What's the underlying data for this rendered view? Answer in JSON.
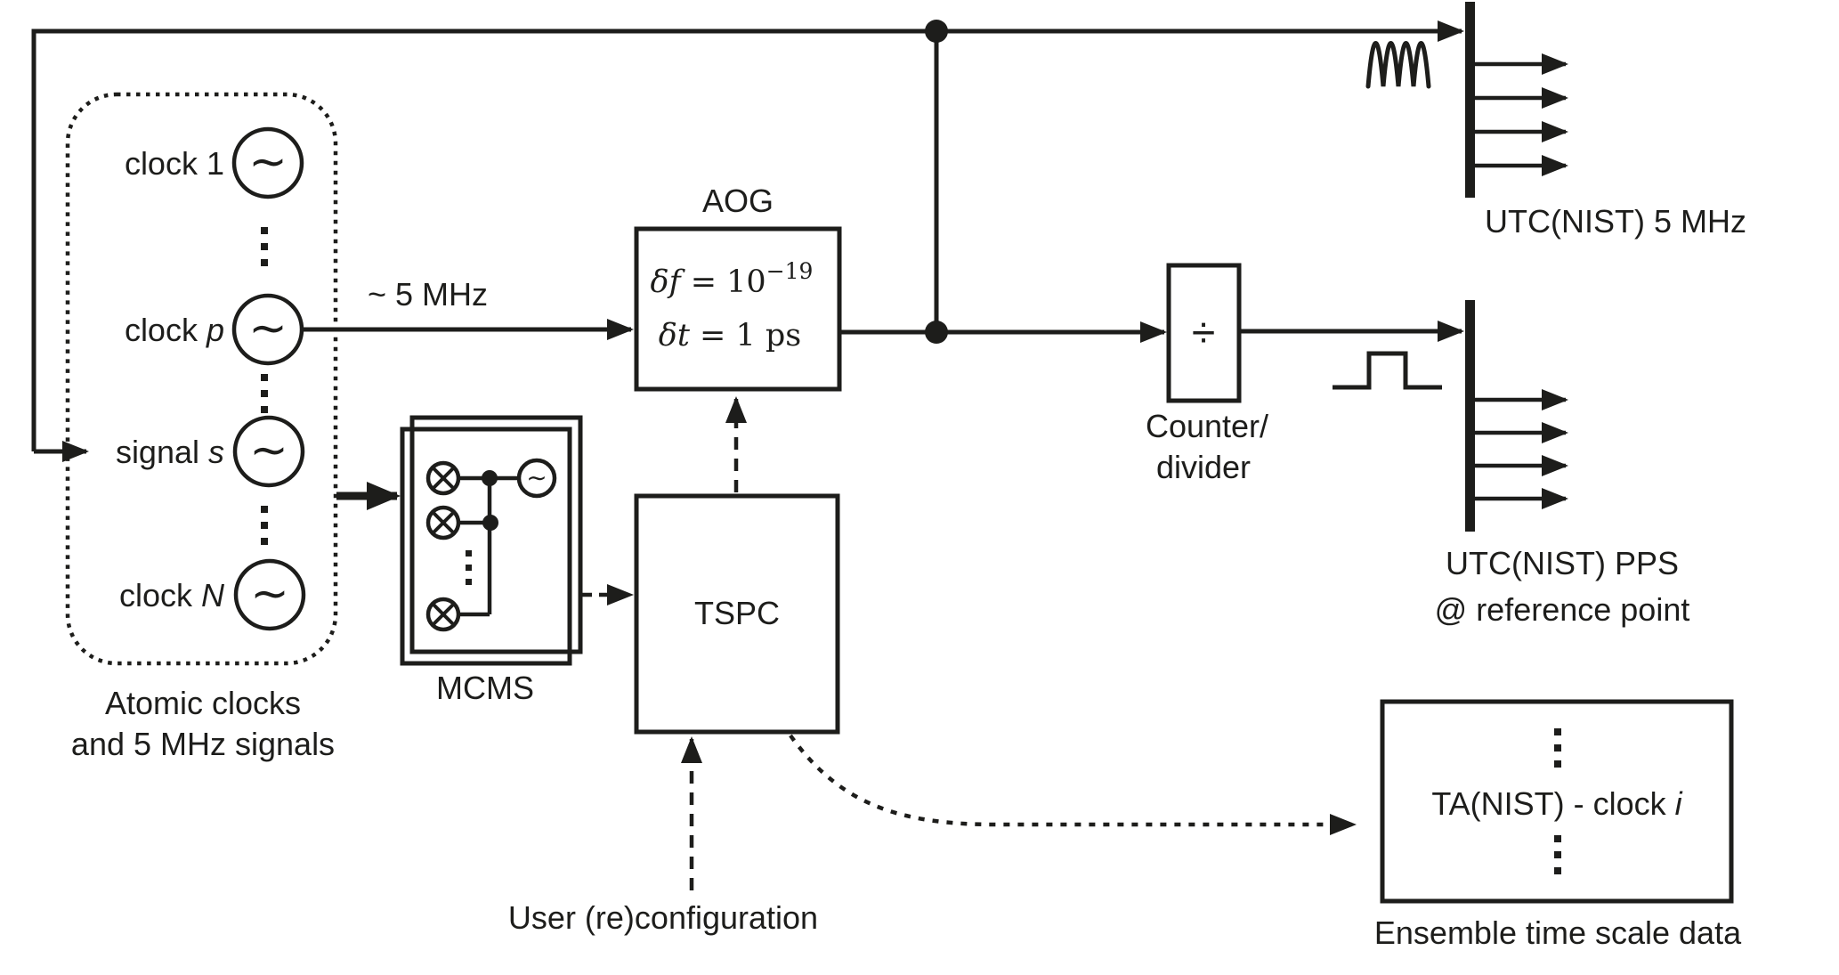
{
  "colors": {
    "ink": "#1d1d1b",
    "bg": "#ffffff"
  },
  "clock_group": {
    "caption_line1": "Atomic clocks",
    "caption_line2": "and 5 MHz signals",
    "items": [
      {
        "prefix": "clock ",
        "name": "1"
      },
      {
        "prefix": "clock ",
        "name": "p"
      },
      {
        "prefix": "signal ",
        "name": "s"
      },
      {
        "prefix": "clock ",
        "name": "N"
      }
    ],
    "oscillator_symbol": "∼"
  },
  "signal_line_label": "~ 5 MHz",
  "aog": {
    "title": "AOG",
    "spec1_lhs": "δf",
    "spec1_mid": " = 10",
    "spec1_exp": "−19",
    "spec2_lhs": "δt",
    "spec2_rest": " = 1 ps"
  },
  "mcms": {
    "label": "MCMS",
    "oscillator_symbol": "∼"
  },
  "tspc": {
    "label": "TSPC"
  },
  "counter": {
    "symbol": "÷",
    "label1": "Counter/",
    "label2": "divider"
  },
  "outputs": {
    "five_mhz_label": "UTC(NIST) 5 MHz",
    "pps_label1": "UTC(NIST) PPS",
    "pps_label2": "@ reference point"
  },
  "ta_box": {
    "prefix": "TA(NIST) - clock ",
    "name": "i",
    "caption": "Ensemble time scale data"
  },
  "user_config_label": "User (re)configuration"
}
